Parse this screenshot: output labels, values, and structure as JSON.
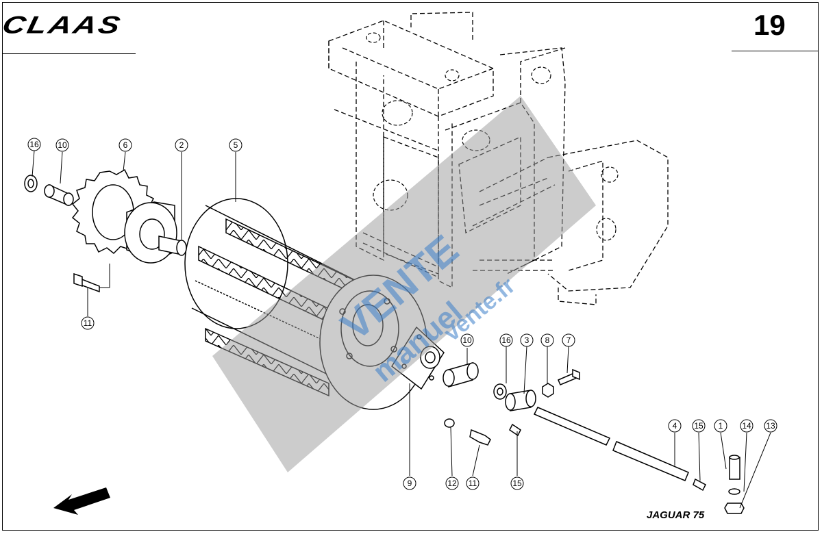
{
  "header": {
    "logo": "CLAAS",
    "page_number": "19"
  },
  "footer": {
    "model": "JAGUAR 75"
  },
  "watermark": {
    "line1": "VENTE",
    "line2": "manuel",
    "line3": "vente.fr",
    "band_color": "#9a9a9a",
    "text_color": "#3a7ec9"
  },
  "callouts": {
    "c16a": "16",
    "c10a": "10",
    "c6": "6",
    "c2": "2",
    "c5": "5",
    "c11a": "11",
    "c10b": "10",
    "c16b": "16",
    "c3": "3",
    "c8": "8",
    "c7": "7",
    "c4": "4",
    "c15a": "15",
    "c1": "1",
    "c14": "14",
    "c13": "13",
    "c9": "9",
    "c12": "12",
    "c11b": "11",
    "c15b": "15"
  }
}
